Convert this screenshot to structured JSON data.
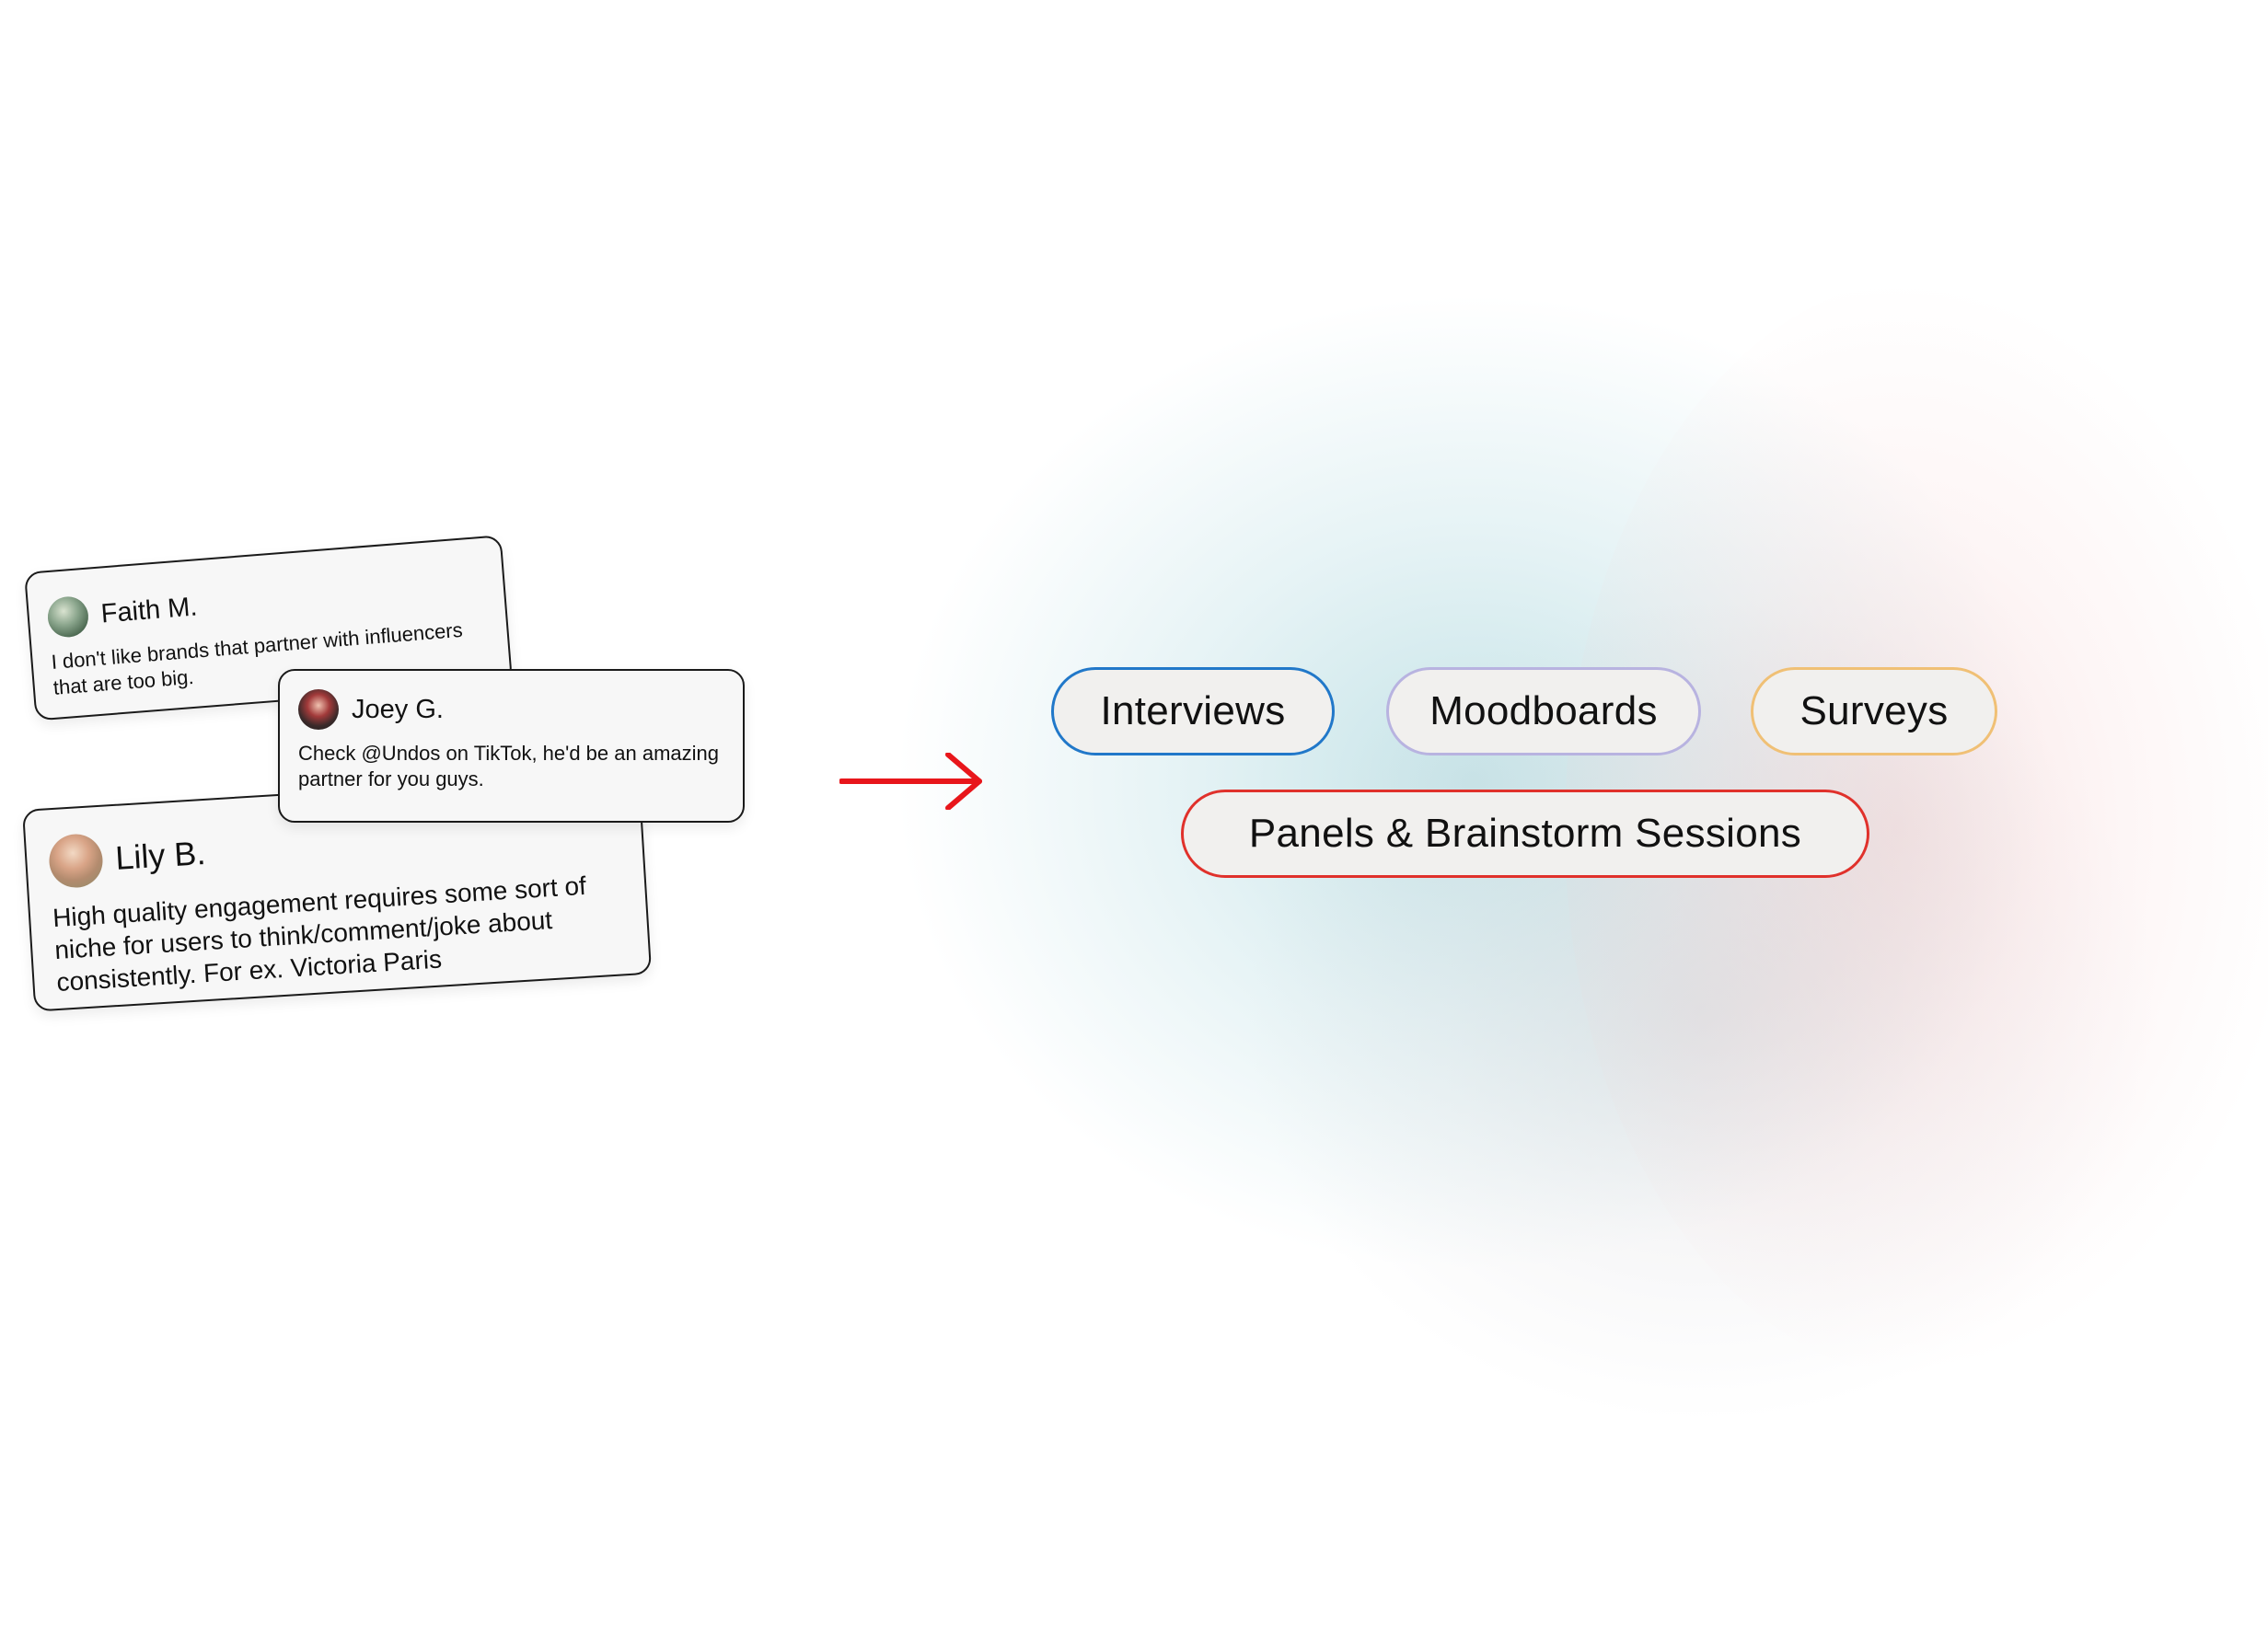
{
  "comments": [
    {
      "id": "faith",
      "name": "Faith M.",
      "text": "I don't like brands that partner with influencers that are too big."
    },
    {
      "id": "joey",
      "name": "Joey G.",
      "text": "Check @Undos on TikTok, he'd be an amazing partner for you guys."
    },
    {
      "id": "lily",
      "name": "Lily B.",
      "text": "High quality engagement requires some sort of niche for users to think/comment/joke about consistently. For ex. Victoria Paris"
    }
  ],
  "arrow": {
    "color": "#e8161b"
  },
  "methods": [
    {
      "label": "Interviews",
      "border": "#2178c9"
    },
    {
      "label": "Moodboards",
      "border": "#b8b3e0"
    },
    {
      "label": "Surveys",
      "border": "#f0c075"
    },
    {
      "label": "Panels & Brainstorm Sessions",
      "border": "#e0312b"
    }
  ]
}
